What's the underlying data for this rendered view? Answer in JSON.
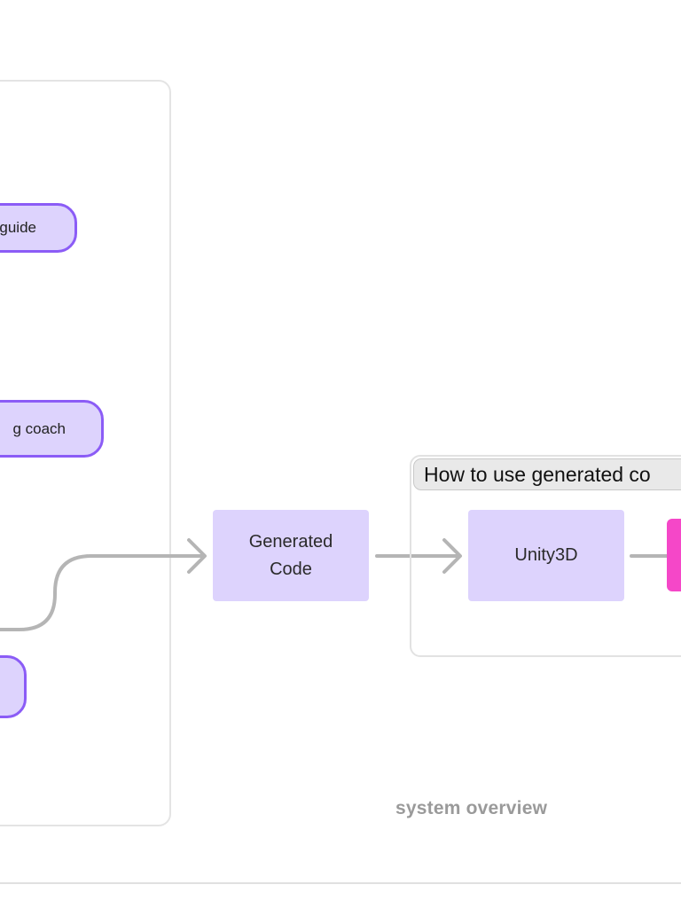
{
  "diagram": {
    "nodes": {
      "guide_label": "guide",
      "coach_label": "g coach",
      "generated_code_line1": "Generated",
      "generated_code_line2": "Code",
      "unity_label": "Unity3D"
    },
    "group": {
      "header_label": "How to use generated co"
    },
    "caption": "system overview",
    "colors": {
      "node_fill": "#ddd3fd",
      "node_border": "#8b5cf6",
      "accent_pink": "#f547c8",
      "connector": "#b5b5b5"
    }
  }
}
